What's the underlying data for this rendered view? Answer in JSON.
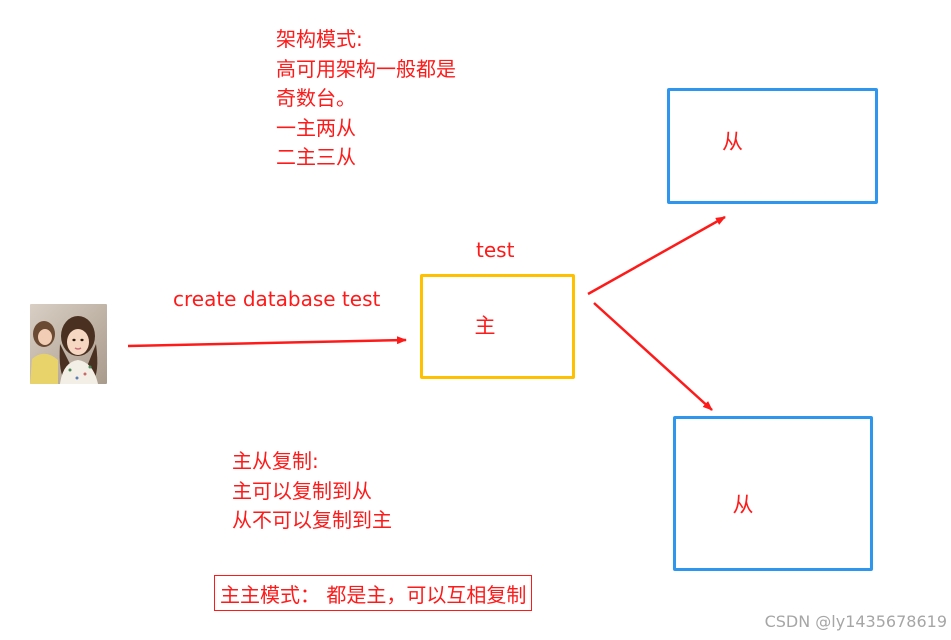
{
  "architecture_note": {
    "lines": [
      "架构模式:",
      "高可用架构一般都是",
      "奇数台。",
      "一主两从",
      "二主三从"
    ]
  },
  "command_label": "create database test",
  "master": {
    "db_label": "test",
    "label": "主"
  },
  "slaves": [
    {
      "label": "从"
    },
    {
      "label": "从"
    }
  ],
  "replication_note": {
    "lines": [
      "主从复制:",
      "主可以复制到从",
      "从不可以复制到主"
    ]
  },
  "master_master_note": "主主模式：  都是主，可以互相复制",
  "watermark": "CSDN @ly1435678619",
  "colors": {
    "annotation_red": "#ff1a1a",
    "master_border": "#ffc000",
    "slave_border": "#2f96ee",
    "watermark_gray": "#a6a6a6"
  },
  "icons": {
    "client": "user-photo"
  }
}
